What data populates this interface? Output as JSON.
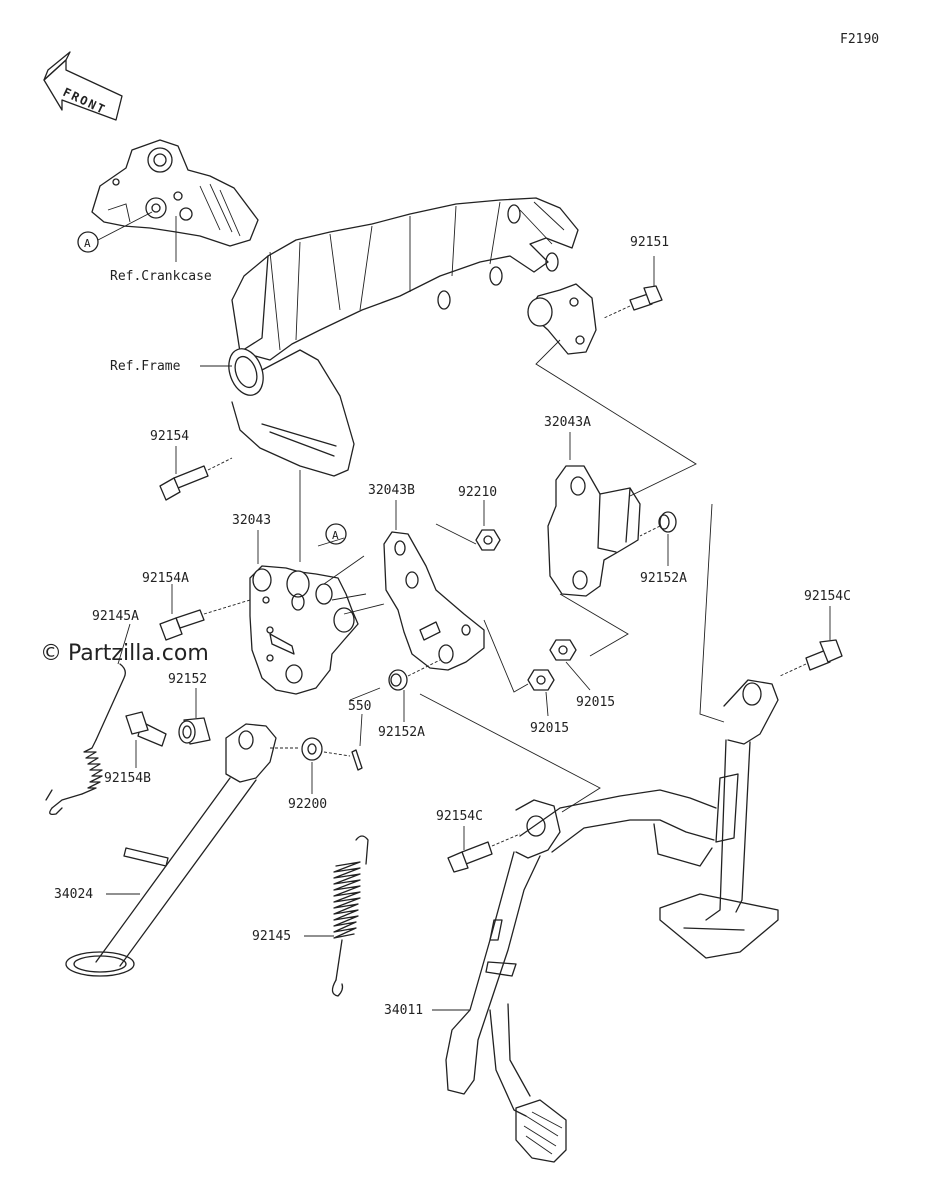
{
  "diagram_code": "F2190",
  "front_arrow": {
    "text": "FRONT"
  },
  "watermark": {
    "copyright_symbol": "©",
    "text": "Partzilla.com"
  },
  "reference_marker": "A",
  "references": {
    "crankcase": "Ref.Crankcase",
    "frame": "Ref.Frame"
  },
  "part_labels": {
    "p92151": "92151",
    "p32043A": "32043A",
    "p92154": "92154",
    "p32043B": "32043B",
    "p92210": "92210",
    "p32043": "32043",
    "p92154A": "92154A",
    "p92152A_right": "92152A",
    "p92145A": "92145A",
    "p92152": "92152",
    "p92154C_top": "92154C",
    "p550": "550",
    "p92015_right": "92015",
    "p92015_center": "92015",
    "p92152A_center": "92152A",
    "p92154B": "92154B",
    "p92200": "92200",
    "p92154C_bottom": "92154C",
    "p34024": "34024",
    "p92145": "92145",
    "p34011": "34011"
  },
  "colors": {
    "ink": "#222222",
    "background": "#ffffff"
  }
}
